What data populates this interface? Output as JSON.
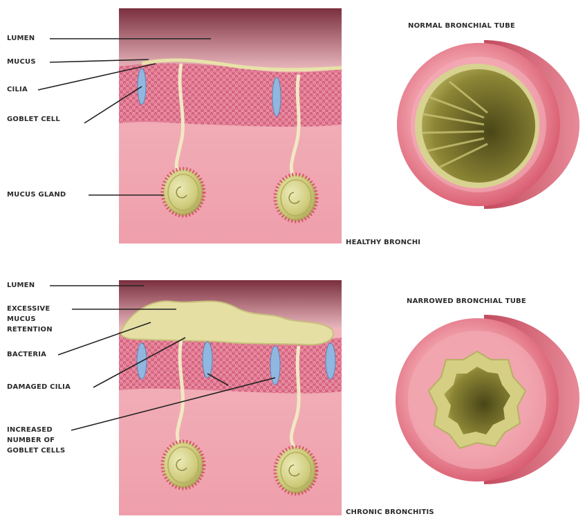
{
  "healthy": {
    "caption": "HEALTHY BRONCHI",
    "tube_title": "NORMAL BRONCHIAL TUBE",
    "labels": {
      "lumen": "LUMEN",
      "mucus": "MUCUS",
      "cilia": "CILIA",
      "goblet_cell": "GOBLET CELL",
      "mucus_gland": "MUCUS GLAND"
    }
  },
  "chronic": {
    "caption": "CHRONIC BRONCHITIS",
    "tube_title": "NARROWED BRONCHIAL TUBE",
    "labels": {
      "lumen": "LUMEN",
      "excessive_mucus": "EXCESSIVE\nMUCUS\nRETENTION",
      "bacteria": "BACTERIA",
      "damaged_cilia": "DAMAGED CILIA",
      "goblet_cells": "INCREASED\nNUMBER OF\nGOBLET CELLS"
    }
  },
  "colors": {
    "lumen_dark": "#7a2f3e",
    "tissue_pink": "#f0b2ba",
    "epithelium": "#e0728c",
    "mucus_yellow": "#e5dfa4",
    "gland_fill": "#cfcc7c",
    "goblet_blue": "#8fb7e0",
    "tube_outer": "#e0707d",
    "tube_inner": "#6f6a25"
  }
}
